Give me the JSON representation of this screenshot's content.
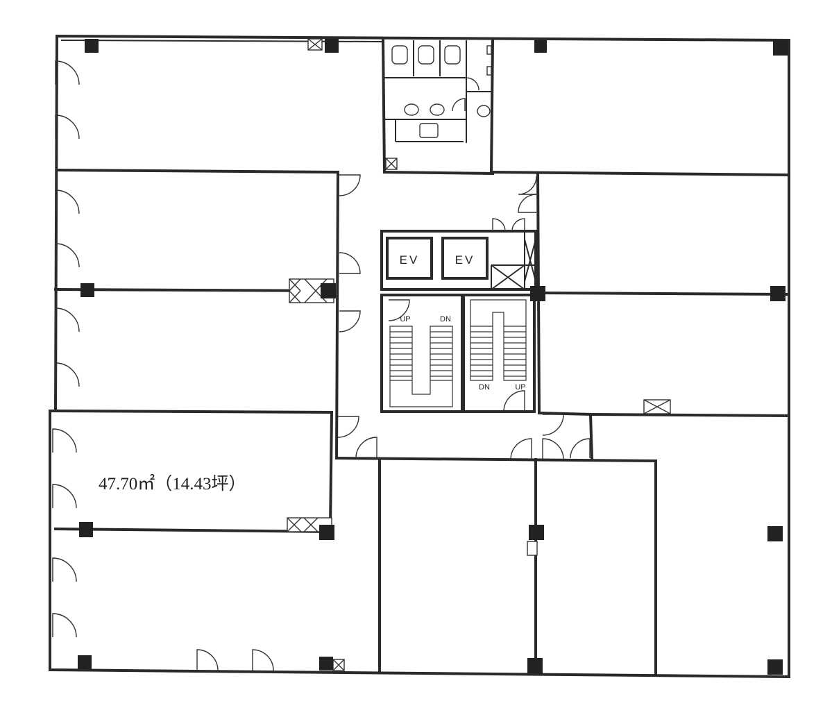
{
  "floor_plan": {
    "elevators": [
      "EV",
      "EV"
    ],
    "stairs": {
      "left": {
        "up": "UP",
        "down": "DN"
      },
      "right": {
        "up": "UP",
        "down": "DN"
      }
    },
    "unit_area": "47.70㎡（14.43坪）",
    "colors": {
      "wall": "#2a2a2a",
      "background": "#ffffff"
    }
  }
}
